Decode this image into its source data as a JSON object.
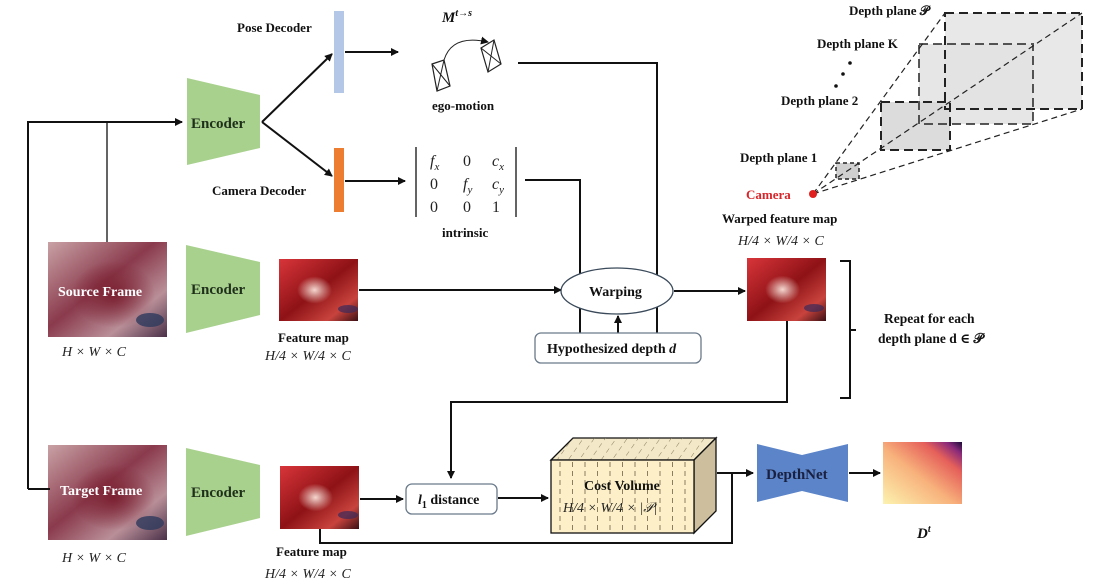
{
  "diagram": {
    "encoders": {
      "top_label": "Encoder",
      "source_label": "Encoder",
      "target_label": "Encoder",
      "color": "#a9d18e"
    },
    "pose_decoder": {
      "label": "Pose Decoder",
      "color": "#b4c7e7"
    },
    "camera_decoder": {
      "label": "Camera Decoder",
      "color": "#ed7d31"
    },
    "ego_motion": {
      "symbol": "M",
      "superscript": "t→s",
      "label": "ego-motion"
    },
    "intrinsic": {
      "label": "intrinsic",
      "matrix": [
        [
          "f_x",
          "0",
          "c_x"
        ],
        [
          "0",
          "f_y",
          "c_y"
        ],
        [
          "0",
          "0",
          "1"
        ]
      ]
    },
    "source_frame": {
      "label": "Source Frame",
      "dims": "H × W × C"
    },
    "target_frame": {
      "label": "Target Frame",
      "dims": "H × W × C"
    },
    "source_feature_map": {
      "label": "Feature map",
      "dims": "H/4 × W/4 × C"
    },
    "target_feature_map": {
      "label": "Feature map",
      "dims": "H/4 × W/4 × C"
    },
    "warping": {
      "label": "Warping"
    },
    "hypothesized_depth": {
      "label": "Hypothesized depth",
      "var": "d"
    },
    "warped_feature_map": {
      "label": "Warped feature map",
      "dims": "H/4 × W/4 × C"
    },
    "repeat_note": {
      "line1": "Repeat for each",
      "line2": "depth plane d ∈ 𝒫"
    },
    "depth_planes": {
      "camera_label": "Camera",
      "camera_color": "#e0201e",
      "planes": [
        "Depth plane 1",
        "Depth plane 2",
        "Depth plane K",
        "Depth plane 𝒫"
      ],
      "ellipsis": "⋮"
    },
    "l1_distance": {
      "var": "l",
      "sub": "1",
      "label": "distance"
    },
    "cost_volume": {
      "label": "Cost Volume",
      "dims": "H/4 × W/4 × |𝒫|",
      "color": "#fdf0c8"
    },
    "depthnet": {
      "label": "DepthNet",
      "color": "#5b84c9"
    },
    "output": {
      "symbol": "D",
      "superscript": "t"
    }
  }
}
